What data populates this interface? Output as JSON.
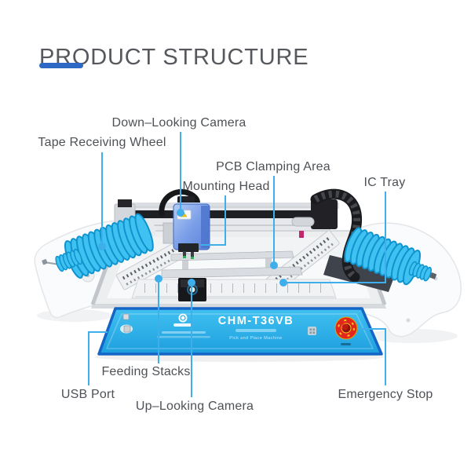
{
  "header": {
    "title": "PRODUCT STRUCTURE"
  },
  "machine": {
    "model": "CHM-T36VB",
    "tagline": "Pick and Place Machine"
  },
  "labels": {
    "down_looking_camera": "Down–Looking Camera",
    "tape_receiving_wheel": "Tape Receiving Wheel",
    "pcb_clamping_area": "PCB Clamping Area",
    "mounting_head": "Mounting Head",
    "ic_tray": "IC Tray",
    "feeding_stacks": "Feeding Stacks",
    "usb_port": "USB Port",
    "up_looking_camera": "Up–Looking Camera",
    "emergency_stop": "Emergency Stop"
  },
  "colors": {
    "accent_underline": "#2E68C5",
    "leader_line": "#3FAFEC",
    "base_panel": "#2CB4EC",
    "base_border": "#1565C6",
    "head_blue": "#7B9FE8",
    "coil_blue": "#3FC2F2",
    "estop_red": "#E2261B",
    "estop_yellow": "#F6C51E",
    "label_text": "#4E5156",
    "title_text": "#55585C"
  }
}
